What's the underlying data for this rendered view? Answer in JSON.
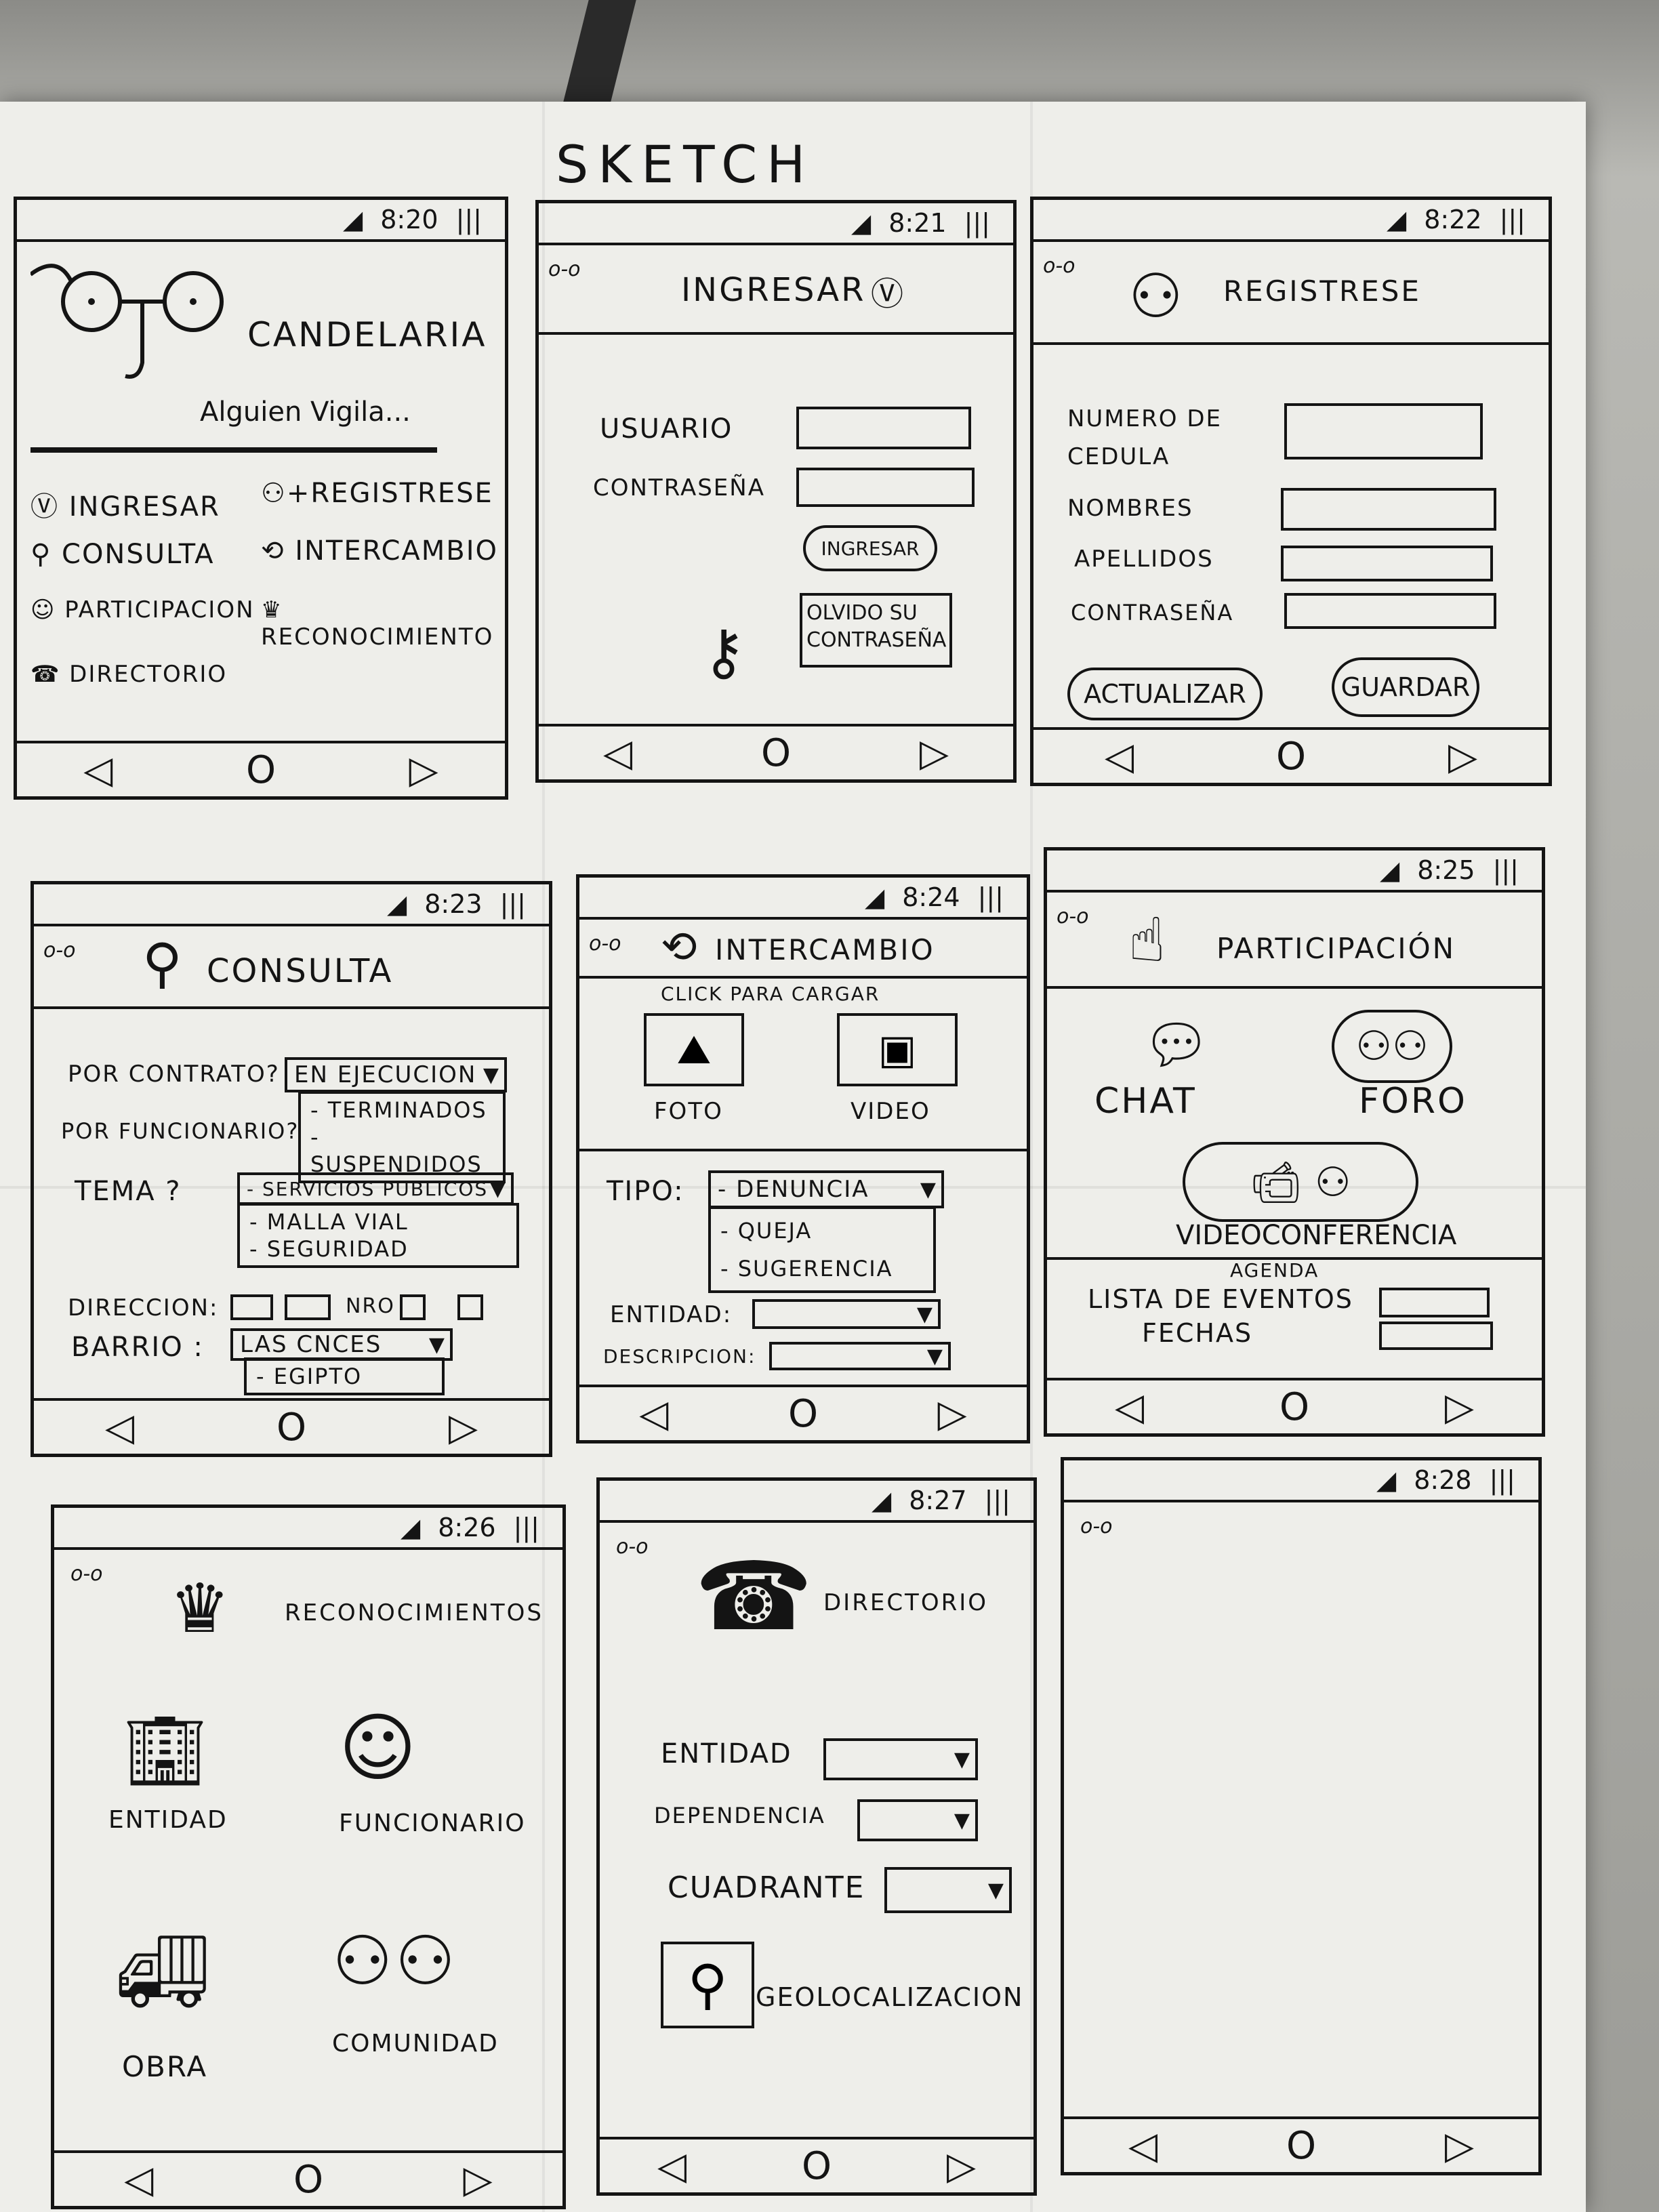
{
  "sketch_title": "SKETCH",
  "nav": {
    "back": "◁",
    "home": "O",
    "forward": "▷"
  },
  "screens": {
    "home": {
      "time": "8:20",
      "logo": "OJO",
      "brand": "CANDELARIA",
      "tagline": "Alguien Vigila...",
      "menu": [
        "INGRESAR",
        "REGISTRESE",
        "CONSULTA",
        "INTERCAMBIO",
        "PARTICIPACION",
        "RECONOCIMIENTO",
        "DIRECTORIO"
      ]
    },
    "ingresar": {
      "time": "8:21",
      "header": "INGRESAR",
      "user_label": "USUARIO",
      "password_label": "CONTRASEÑA",
      "submit": "INGRESAR",
      "forgot": "OLVIDO SU CONTRASEÑA"
    },
    "registrese": {
      "time": "8:22",
      "header": "REGISTRESE",
      "fields": [
        "NUMERO DE CEDULA",
        "NOMBRES",
        "APELLIDOS",
        "CONTRASEÑA"
      ],
      "update_button": "ACTUALIZAR",
      "save_button": "GUARDAR"
    },
    "consulta": {
      "time": "8:23",
      "header": "CONSULTA",
      "por_contrato": "POR CONTRATO?",
      "por_funcionario": "POR FUNCIONARIO?",
      "contrato_selected": "EN EJECUCION",
      "contrato_options": [
        "- TERMINADOS",
        "- SUSPENDIDOS"
      ],
      "tema_label": "TEMA ?",
      "tema_selected": "- SERVICIOS PUBLICOS",
      "tema_options": [
        "- MALLA VIAL",
        "- SEGURIDAD"
      ],
      "direccion_label": "DIRECCION:",
      "nro_label": "NRO",
      "barrio_label": "BARRIO :",
      "barrio_selected": "LAS CNCES",
      "barrio_options": [
        "- EGIPTO"
      ]
    },
    "intercambio": {
      "time": "8:24",
      "header": "INTERCAMBIO",
      "upload_hint": "CLICK PARA CARGAR",
      "foto": "FOTO",
      "video": "VIDEO",
      "tipo_label": "TIPO:",
      "tipo_selected": "- DENUNCIA",
      "tipo_options": [
        "- QUEJA",
        "- SUGERENCIA"
      ],
      "entidad_label": "ENTIDAD:",
      "descripcion_label": "DESCRIPCION:"
    },
    "participacion": {
      "time": "8:25",
      "header": "PARTICIPACIÓN",
      "chat": "CHAT",
      "foro": "FORO",
      "video": "VIDEOCONFERENCIA",
      "agenda": "AGENDA",
      "events": "LISTA DE EVENTOS",
      "dates": "FECHAS"
    },
    "reconocimientos": {
      "time": "8:26",
      "header": "RECONOCIMIENTOS",
      "items": [
        "ENTIDAD",
        "FUNCIONARIO",
        "OBRA",
        "COMUNIDAD"
      ]
    },
    "directorio": {
      "time": "8:27",
      "header": "DIRECTORIO",
      "entidad": "ENTIDAD",
      "dependencia": "DEPENDENCIA",
      "cuadrante": "CUADRANTE",
      "geo": "GEOLOCALIZACION"
    },
    "blank": {
      "time": "8:28"
    }
  }
}
